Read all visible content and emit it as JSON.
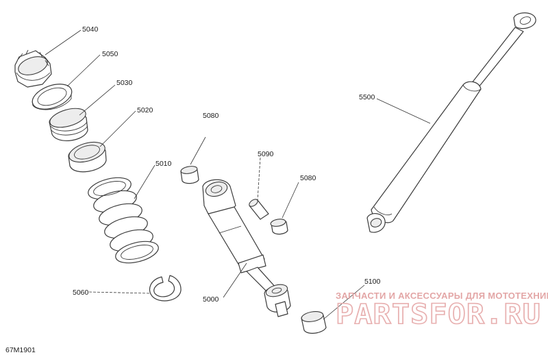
{
  "diagram": {
    "figure_code": "67M1901",
    "callouts": {
      "c5040": "5040",
      "c5050": "5050",
      "c5030": "5030",
      "c5020": "5020",
      "c5010": "5010",
      "c5060": "5060",
      "c5080a": "5080",
      "c5090": "5090",
      "c5080b": "5080",
      "c5000": "5000",
      "c5100": "5100",
      "c5500": "5500"
    }
  },
  "watermark": {
    "tagline": "ЗАПЧАСТИ И АКСЕССУАРЫ ДЛЯ МОТОТЕХНИКИ",
    "logo": "PARTSFOR.RU",
    "color": "#e3a6a6"
  }
}
